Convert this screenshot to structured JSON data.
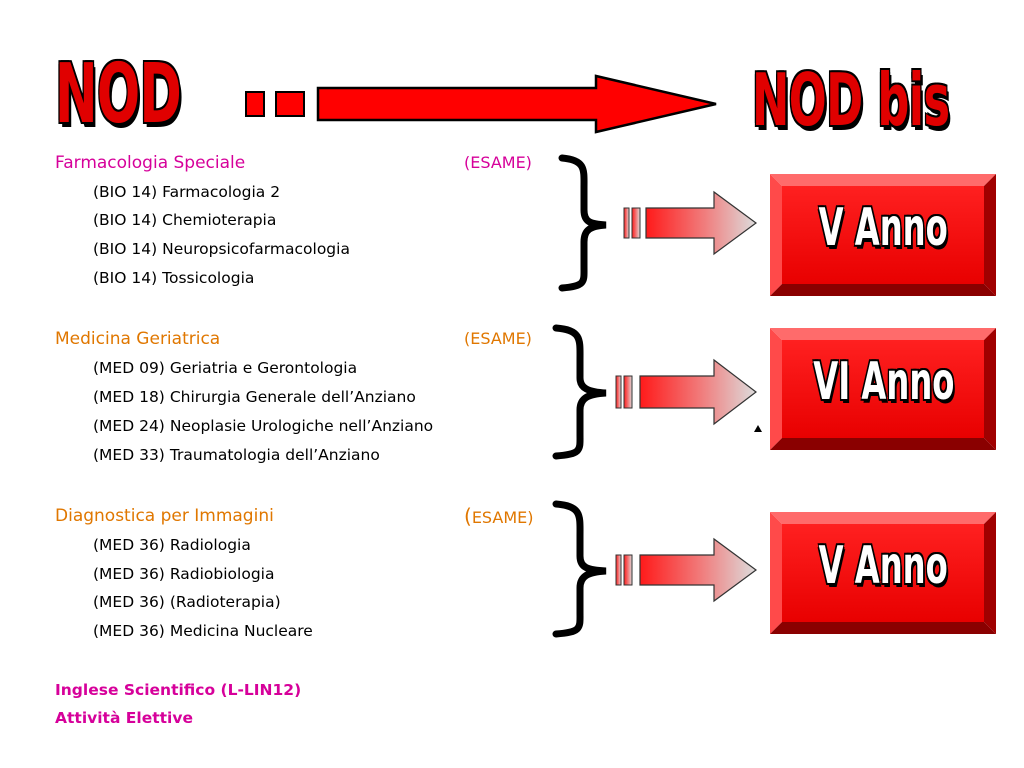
{
  "header": {
    "left_title": "NOD",
    "right_title": "NOD bis"
  },
  "groups": [
    {
      "course": "Farmacologia Speciale",
      "color": "#d6009a",
      "exam_open": "(",
      "exam_text": "ESAME)",
      "subjects": [
        {
          "code": "(BIO 14)",
          "name": "Farmacologia 2"
        },
        {
          "code": "(BIO 14)",
          "name": "Chemioterapia"
        },
        {
          "code": "(BIO 14)",
          "name": "Neuropsicofarmacologia"
        },
        {
          "code": "(BIO 14)",
          "name": "Tossicologia"
        }
      ],
      "year_label": "V Anno"
    },
    {
      "course": "Medicina Geriatrica",
      "color": "#e07700",
      "exam_open": "(",
      "exam_text": "ESAME)",
      "subjects": [
        {
          "code": "(MED 09)",
          "name": "Geriatria e Gerontologia"
        },
        {
          "code": "(MED 18)",
          "name": "Chirurgia Generale dell’Anziano"
        },
        {
          "code": "(MED 24)",
          "name": "Neoplasie Urologiche nell’Anziano"
        },
        {
          "code": "(MED 33)",
          "name": "Traumatologia dell’Anziano"
        }
      ],
      "year_label": "VI Anno"
    },
    {
      "course": "Diagnostica per Immagini",
      "color": "#e07700",
      "exam_open": "(",
      "exam_text": "ESAME)",
      "subjects": [
        {
          "code": "(MED 36)",
          "name": "Radiologia"
        },
        {
          "code": "(MED 36)",
          "name": "Radiobiologia"
        },
        {
          "code": "(MED 36)",
          "name": "(Radioterapia)"
        },
        {
          "code": "(MED 36)",
          "name": "Medicina Nucleare"
        }
      ],
      "year_label": "V Anno"
    }
  ],
  "footer": {
    "items": [
      "Inglese Scientifico (L-LIN12)",
      "Attività Elettive"
    ]
  },
  "colors": {
    "accent_red": "#e00000",
    "magenta": "#d6009a",
    "orange": "#e07700"
  }
}
